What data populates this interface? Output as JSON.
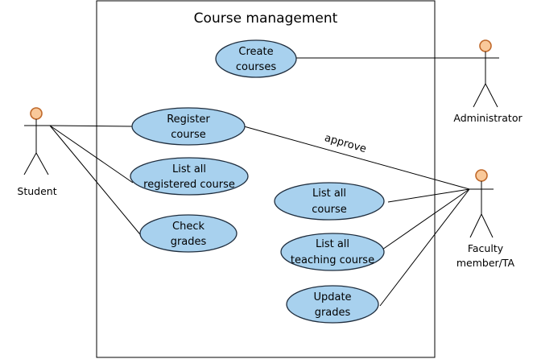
{
  "system": {
    "title": "Course management"
  },
  "colors": {
    "usecase_fill": "#a8d1ee",
    "actor_head": "#f9c99a",
    "actor_head_stroke": "#c0692a",
    "line": "#000000"
  },
  "actors": {
    "student": "Student",
    "administrator": "Administrator",
    "faculty": [
      "Faculty",
      "member/TA"
    ]
  },
  "usecases": {
    "create_courses": [
      "Create",
      "courses"
    ],
    "register_course": [
      "Register",
      "course"
    ],
    "list_registered": [
      "List all",
      "registered course"
    ],
    "check_grades": [
      "Check",
      "grades"
    ],
    "list_all_course": [
      "List all",
      "course"
    ],
    "list_teaching": [
      "List all",
      "teaching course"
    ],
    "update_grades": [
      "Update",
      "grades"
    ]
  },
  "relations": {
    "approve_label": "approve"
  }
}
